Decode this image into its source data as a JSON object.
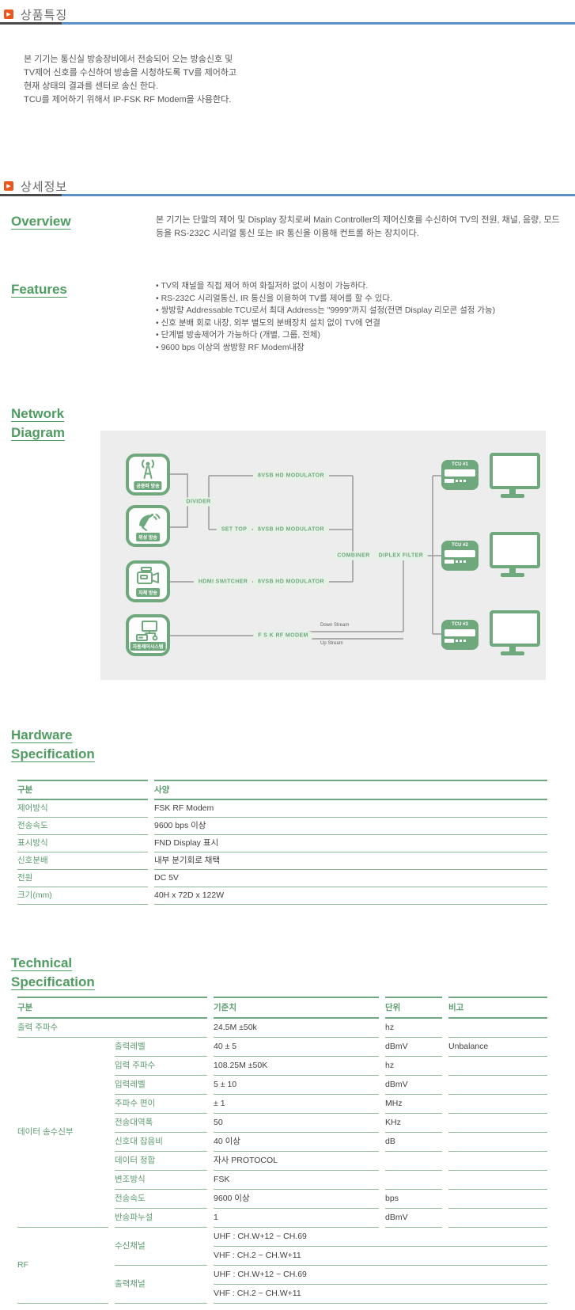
{
  "theme": {
    "green_heading": "#4f9c61",
    "table_green": "#5c9c6e",
    "diagram_green": "#6fa87d",
    "bullet_orange": "#e8571d",
    "divider_blue": "#5e8fc4",
    "divider_dark": "#4a4a4a",
    "diagram_bg": "#ededed",
    "body_text": "#555555"
  },
  "section_product": {
    "title": "상품특징",
    "bullet_icon": "▶",
    "paragraph_lines": [
      "본 기기는 통신실 방송장비에서 전송되어 오는 방송신호 및",
      "TV제어 신호를 수신하여 방송을 시청하도록 TV를 제어하고",
      "현재 상태의 결과를 센터로 송신 한다.",
      "TCU를 제어하기 위해서 IP-FSK RF Modem을 사용한다."
    ]
  },
  "section_detail": {
    "title": "상세정보",
    "bullet_icon": "▶"
  },
  "overview": {
    "heading": "Overview",
    "text": "본 기기는 단말의 제어 및 Display 장치로써 Main Controller의 제어신호를 수신하여 TV의 전원, 채널, 음량, 모드 등을 RS-232C 시리얼 통신 또는 IR 통신을 이용해 컨트롤 하는 장치이다."
  },
  "features": {
    "heading": "Features",
    "items": [
      "TV의 채널을 직접 제어 하여 화질저하 없이 시청이 가능하다.",
      "RS-232C 시리얼통신, IR 통신을 이용하여 TV를 제어를 할 수 있다.",
      "쌍방향 Addressable TCU로서 최대 Address는 \"9999\"까지 설정(전면 Display 리모콘 설정 가능)",
      "신호 분배 회로 내장, 외부 별도의 분배장치 설치 없이 TV에 연결",
      "단계별 방송제어가 가능하다 (개별, 그룹, 전체)",
      "9600 bps 이상의 쌍방향 RF Modem내장"
    ]
  },
  "network": {
    "heading_line1": "Network",
    "heading_line2": "Diagram",
    "sources": [
      {
        "label": "공중파 방송"
      },
      {
        "label": "위성 방송"
      },
      {
        "label": "자체 방송"
      },
      {
        "label": "자동제어시스템"
      }
    ],
    "labels": {
      "divider": "DIVIDER",
      "set_top": "SET TOP",
      "modulator": "8VSB HD MODULATOR",
      "hdmi": "HDMI SWITCHER",
      "fsk": "F S K RF MODEM",
      "combiner": "COMBINER",
      "diplex": "DIPLEX FILTER",
      "down": "Down Stream",
      "up": "Up Stream"
    },
    "tcus": [
      "TCU #1",
      "TCU #2",
      "TCU #3"
    ]
  },
  "hardware": {
    "heading_line1": "Hardware",
    "heading_line2": "Specification",
    "columns": [
      "구분",
      "사양"
    ],
    "rows": [
      [
        "제어방식",
        "FSK RF Modem"
      ],
      [
        "전송속도",
        "9600 bps 이상"
      ],
      [
        "표시방식",
        "FND Display 표시"
      ],
      [
        "신호분배",
        "내부 분기회로 채택"
      ],
      [
        "전원",
        "DC 5V"
      ],
      [
        "크기(mm)",
        "40H x 72D x 122W"
      ]
    ]
  },
  "technical": {
    "heading_line1": "Technical",
    "heading_line2": "Specification",
    "columns": [
      "구분",
      "기준치",
      "단위",
      "비고"
    ],
    "row_output_freq": {
      "label": "출력 주파수",
      "value": "24.5M ±50k",
      "unit": "hz",
      "remark": ""
    },
    "group1_label": "데이터 송수신부",
    "group1_rows": [
      {
        "label": "출력레벨",
        "value": "40 ± 5",
        "unit": "dBmV",
        "remark": "Unbalance"
      },
      {
        "label": "입력 주파수",
        "value": "108.25M ±50K",
        "unit": "hz",
        "remark": ""
      },
      {
        "label": "입력레벨",
        "value": "5 ± 10",
        "unit": "dBmV",
        "remark": ""
      },
      {
        "label": "주파수 편이",
        "value": "± 1",
        "unit": "MHz",
        "remark": ""
      },
      {
        "label": "전송대역폭",
        "value": "50",
        "unit": "KHz",
        "remark": ""
      },
      {
        "label": "신호대 잡음비",
        "value": "40 이상",
        "unit": "dB",
        "remark": ""
      },
      {
        "label": "데이터 정합",
        "value": "자사 PROTOCOL",
        "unit": "",
        "remark": ""
      },
      {
        "label": "변조방식",
        "value": "FSK",
        "unit": "",
        "remark": ""
      },
      {
        "label": "전송속도",
        "value": "9600 이상",
        "unit": "bps",
        "remark": ""
      },
      {
        "label": "반송파누설",
        "value": "1",
        "unit": "dBmV",
        "remark": ""
      }
    ],
    "group2_label": "RF",
    "group2_rows": [
      {
        "label": "수신채널",
        "values": [
          "UHF : CH.W+12 ~ CH.69",
          "VHF : CH.2 ~ CH.W+11"
        ]
      },
      {
        "label": "출력채널",
        "values": [
          "UHF : CH.W+12 ~ CH.69",
          "VHF : CH.2 ~ CH.W+11"
        ]
      }
    ]
  }
}
